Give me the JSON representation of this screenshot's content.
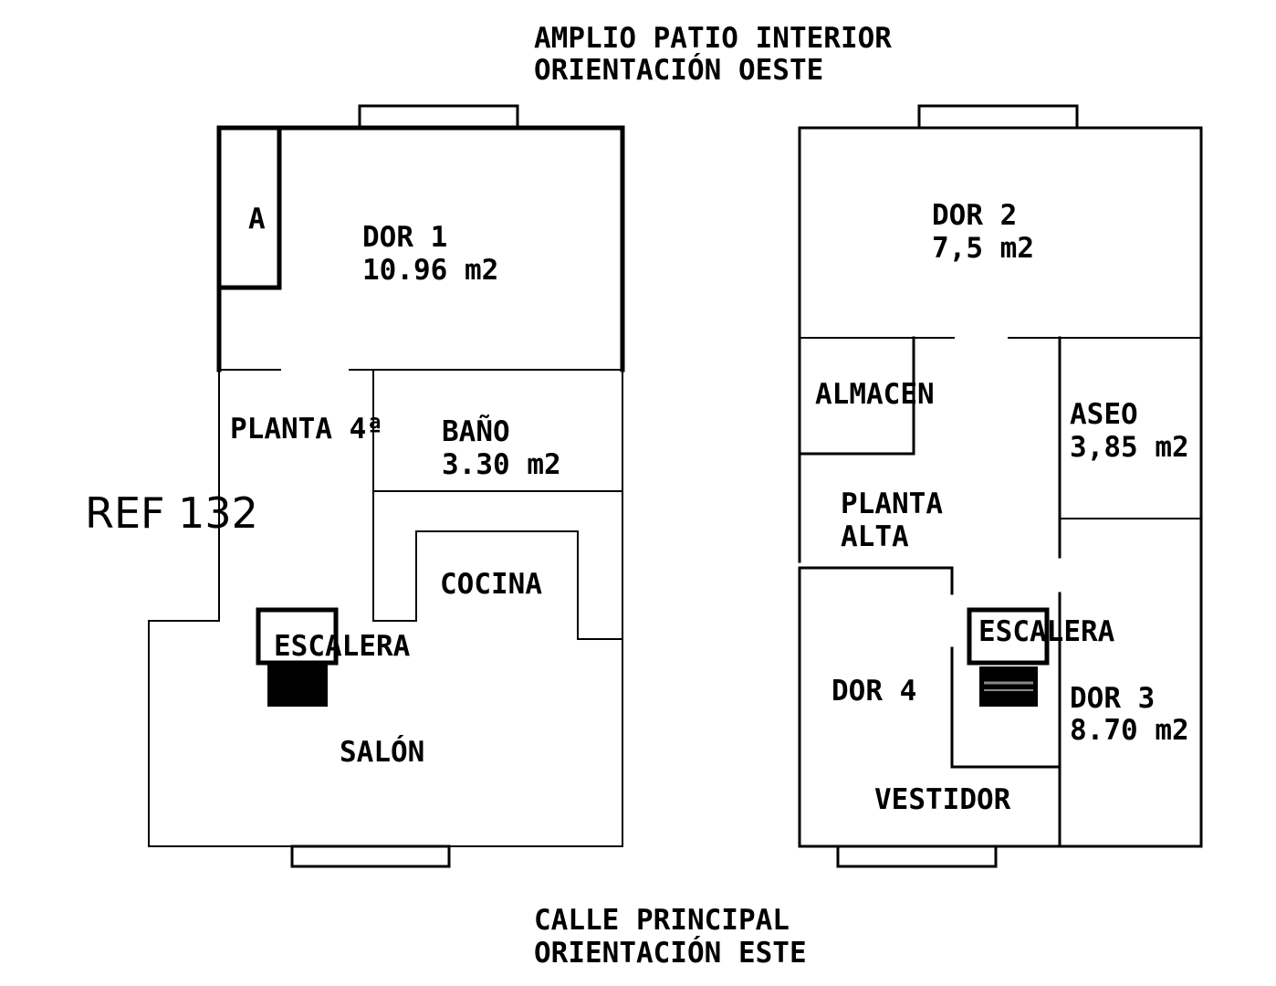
{
  "header": {
    "line1": "AMPLIO PATIO INTERIOR",
    "line2": "ORIENTACIÓN OESTE"
  },
  "footer": {
    "line1": "CALLE PRINCIPAL",
    "line2": "ORIENTACIÓN ESTE"
  },
  "reference": "REF 132",
  "floor_left": {
    "rooms": {
      "armario": "A",
      "dor1_name": "DOR 1",
      "dor1_area": "10.96 m2",
      "planta": "PLANTA 4ª",
      "bano_name": "BAÑO",
      "bano_area": "3.30 m2",
      "cocina": "COCINA",
      "escalera": "ESCALERA",
      "salon": "SALÓN"
    }
  },
  "floor_right": {
    "rooms": {
      "dor2_name": "DOR 2",
      "dor2_area": "7,5 m2",
      "almacen": "ALMACEN",
      "aseo_name": "ASEO",
      "aseo_area": "3,85 m2",
      "planta_line1": "PLANTA",
      "planta_line2": "ALTA",
      "escalera": "ESCALERA",
      "dor4": "DOR 4",
      "dor3_name": "DOR 3",
      "dor3_area": "8.70 m2",
      "vestidor": "VESTIDOR"
    }
  }
}
